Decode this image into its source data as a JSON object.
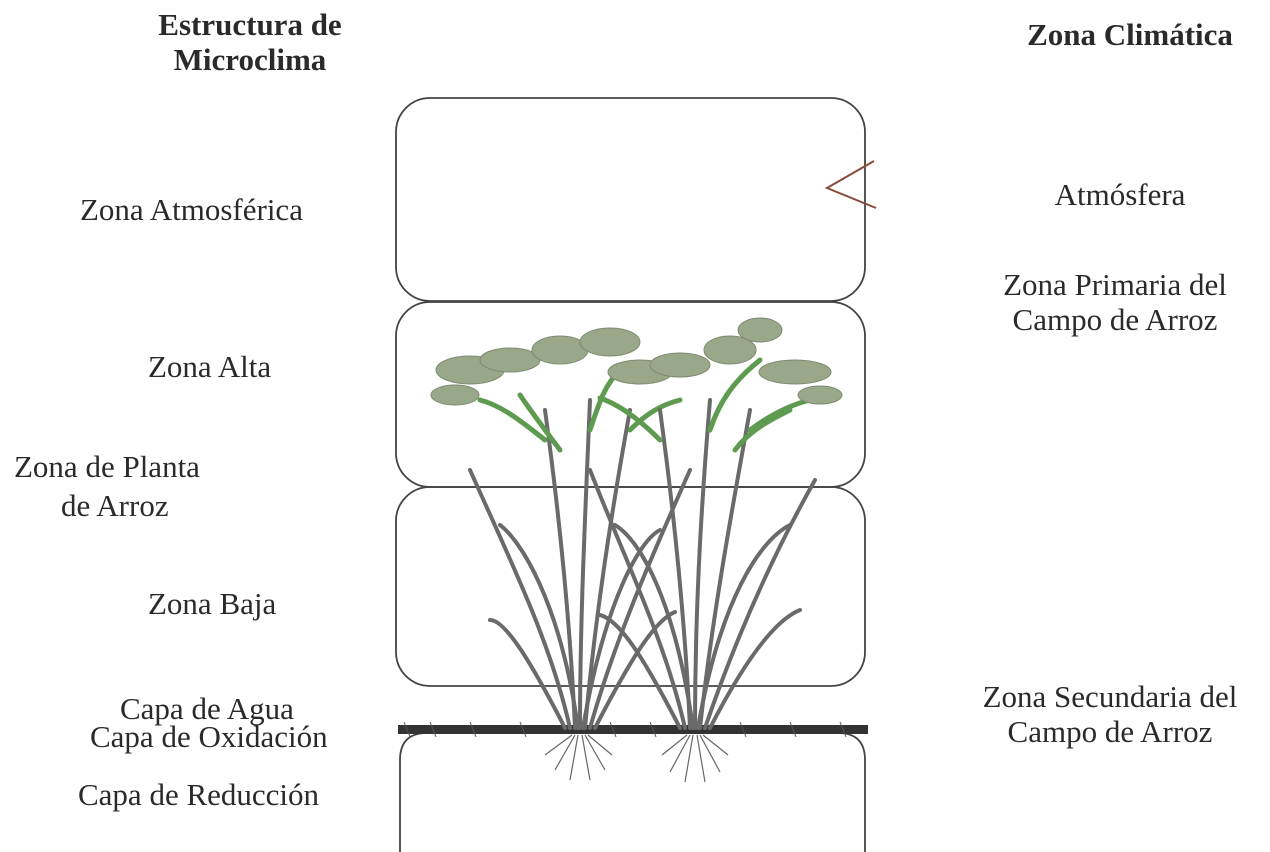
{
  "left_column": {
    "header_line1": "Estructura de",
    "header_line2": "Microclima",
    "zona_atmosferica": "Zona Atmosférica",
    "zona_alta": "Zona Alta",
    "zona_planta_line1": "Zona de Planta",
    "zona_planta_line2": "de Arroz",
    "zona_baja": "Zona Baja",
    "capa_agua": "Capa de Agua",
    "capa_oxidacion": "Capa de Oxidación",
    "capa_reduccion": "Capa de Reducción"
  },
  "right_column": {
    "header": "Zona Climática",
    "atmosfera": "Atmósfera",
    "primaria_line1": "Zona Primaria del",
    "primaria_line2": "Campo de Arroz",
    "secundaria_line1": "Zona Secundaria del",
    "secundaria_line2": "Campo de Arroz"
  },
  "colors": {
    "box_stroke": "#444444",
    "brace_stroke": "#8a4a3a",
    "stem": "#6a6a6a",
    "leaf_green": "#5e9a50",
    "panicle": "#9aa88a",
    "soil": "#333333"
  }
}
